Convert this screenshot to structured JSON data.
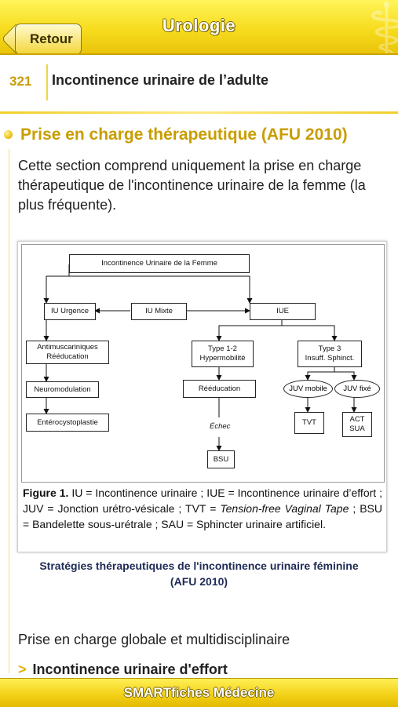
{
  "nav": {
    "back_label": "Retour",
    "title": "Urologie"
  },
  "sheet": {
    "number": "321",
    "title": "Incontinence urinaire de l’adulte"
  },
  "section": {
    "title": "Prise en charge thérapeutique (AFU 2010)"
  },
  "intro": "Cette section comprend uniquement la prise en charge thérapeutique de l'incontinence urinaire de la femme (la plus fréquente).",
  "diagram": {
    "root": "Incontinence Urinaire de la Femme",
    "iu_urgence": "IU Urgence",
    "iu_mixte": "IU Mixte",
    "iue": "IUE",
    "antimuscariniques": "Antimuscariniques\nRééducation",
    "neuromodulation": "Neuromodulation",
    "enterocystoplastie": "Entérocystoplastie",
    "type12": "Type 1-2\nHypermobilité",
    "reeducation": "Rééducation",
    "echec": "Échec",
    "bsu": "BSU",
    "type3": "Type 3\nInsuff. Sphinct.",
    "juv_mobile": "JUV mobile",
    "juv_fixe": "JUV fixé",
    "tvt": "TVT",
    "act_sua": "ACT\nSUA"
  },
  "caption": {
    "label": "Figure 1.",
    "text_before_italic": " IU = Incontinence urinaire ; IUE = Incontinence urinaire d’effort ; JUV = Jonction urétro-vésicale ; TVT = ",
    "italic": "Tension-free Vaginal Tape",
    "text_after_italic": " ; BSU = Bandelette sous-urétrale ; SAU = Sphincter urinaire artificiel."
  },
  "figure_legend": "Stratégies thérapeutiques de l'incontinence urinaire féminine (AFU 2010)",
  "paragraph2": "Prise en charge globale et multidisciplinaire",
  "subsection_link": {
    "chevron": ">",
    "label": "Incontinence urinaire d'effort"
  },
  "footer": {
    "title": "SMARTfiches Médecine"
  },
  "colors": {
    "accent_yellow": "#f7dc1e",
    "section_gold": "#c99d00",
    "legend_blue": "#1f2a55"
  }
}
